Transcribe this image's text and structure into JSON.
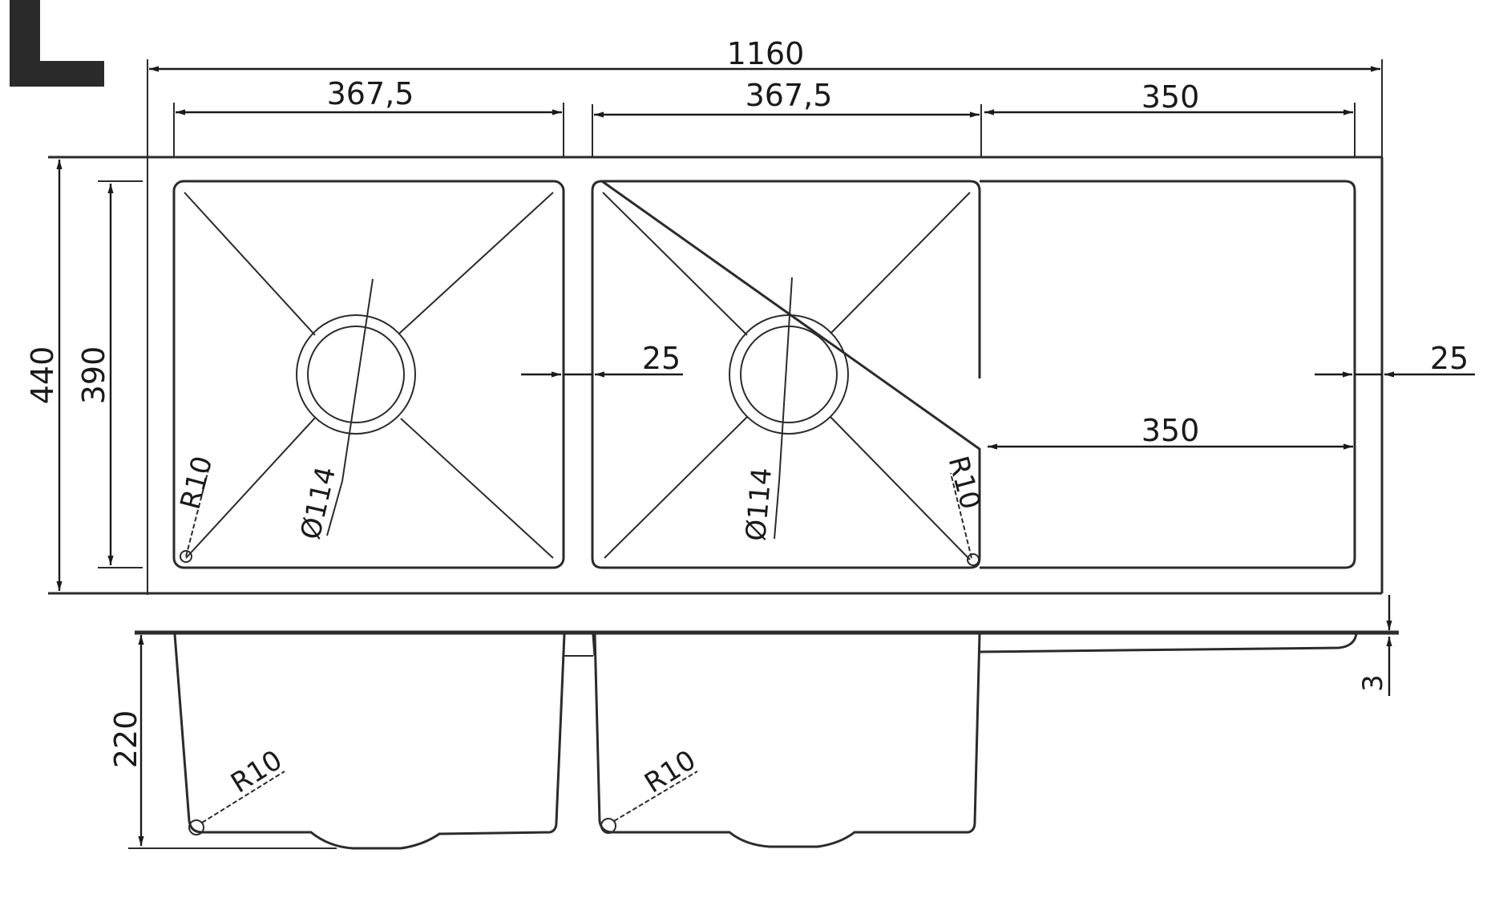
{
  "drawing": {
    "series_letter": "L",
    "top_view": {
      "overall_width_label": "1160",
      "basin1_width_label": "367,5",
      "basin2_width_label": "367,5",
      "drainboard_width_label": "350",
      "overall_depth_label": "440",
      "inner_depth_label": "390",
      "divider_gap_label": "25",
      "rim_edge_label": "25",
      "drainboard_inner_label": "350",
      "basin1_drain_label": "Ø114",
      "basin2_drain_label": "Ø114",
      "basin1_corner_radius_label": "R10",
      "basin2_corner_radius_label": "R10"
    },
    "side_view": {
      "bowl_depth_label": "220",
      "basin1_corner_radius_label": "R10",
      "basin2_corner_radius_label": "R10",
      "rim_thickness_label": "3"
    },
    "colors": {
      "line": "#2b2b2b",
      "background": "#ffffff"
    }
  }
}
